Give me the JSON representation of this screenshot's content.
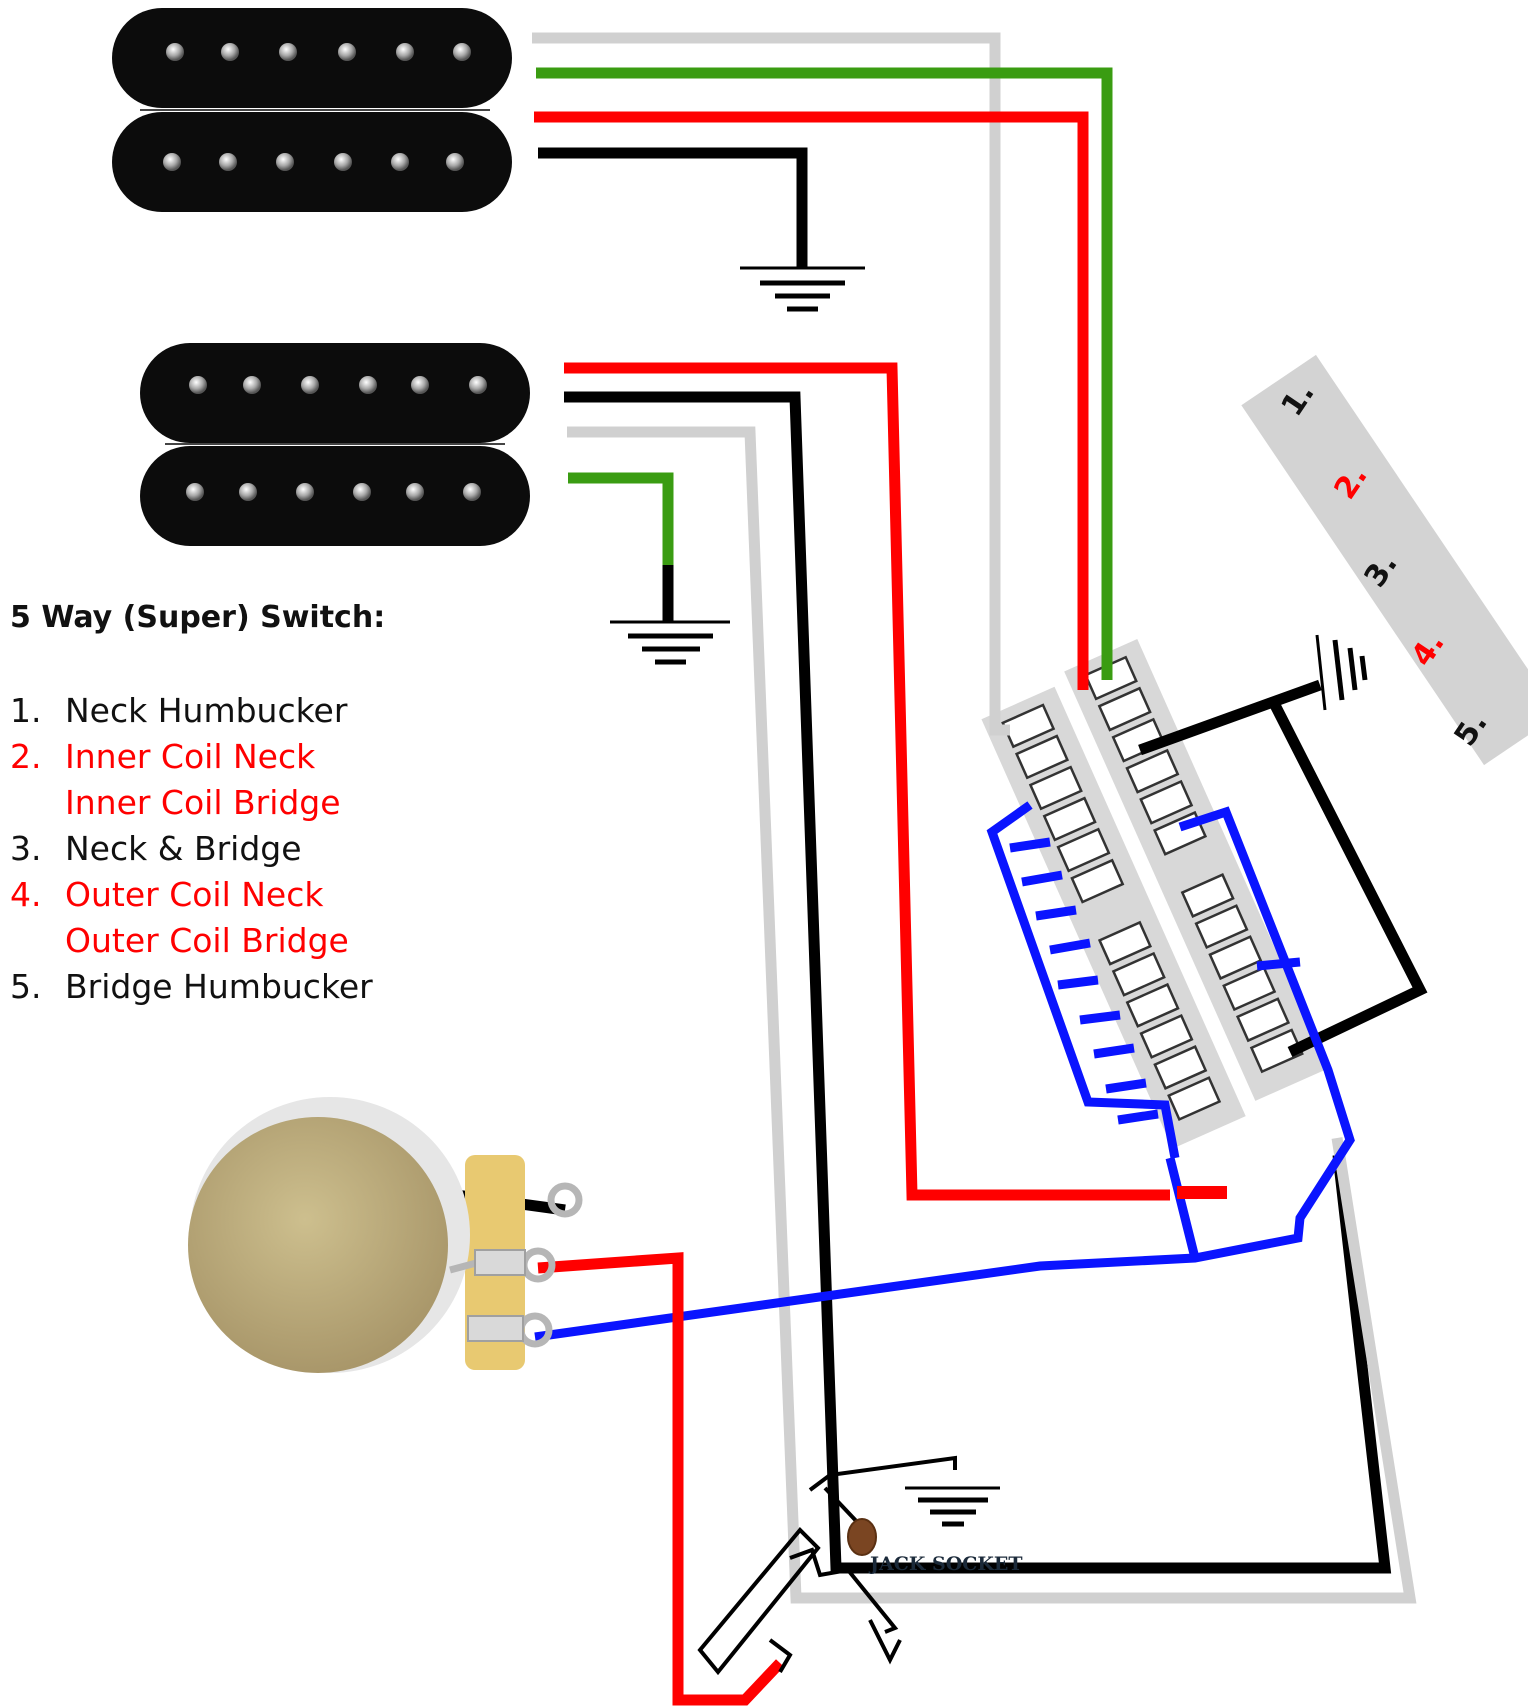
{
  "legend": {
    "title": "5 Way (Super) Switch:",
    "positions": [
      {
        "num": "1.",
        "lines": [
          "Neck Humbucker"
        ],
        "color": "#111111"
      },
      {
        "num": "2.",
        "lines": [
          "Inner Coil Neck",
          "Inner Coil Bridge"
        ],
        "color": "#ff0000"
      },
      {
        "num": "3.",
        "lines": [
          "Neck & Bridge"
        ],
        "color": "#111111"
      },
      {
        "num": "4.",
        "lines": [
          "Outer Coil Neck",
          "Outer Coil Bridge"
        ],
        "color": "#ff0000"
      },
      {
        "num": "5.",
        "lines": [
          "Bridge Humbucker"
        ],
        "color": "#111111"
      }
    ]
  },
  "switch_plate": {
    "labels": [
      {
        "text": "1.",
        "color": "#111111"
      },
      {
        "text": "2.",
        "color": "#ff0000"
      },
      {
        "text": "3.",
        "color": "#111111"
      },
      {
        "text": "4.",
        "color": "#ff0000"
      },
      {
        "text": "5.",
        "color": "#111111"
      }
    ]
  },
  "jack": {
    "label": "JACK SOCKET"
  },
  "wire_colors": {
    "red": "#ff0000",
    "green": "#3a9c12",
    "black": "#000000",
    "white": "#d0d0d0",
    "blue": "#0a14ff"
  }
}
